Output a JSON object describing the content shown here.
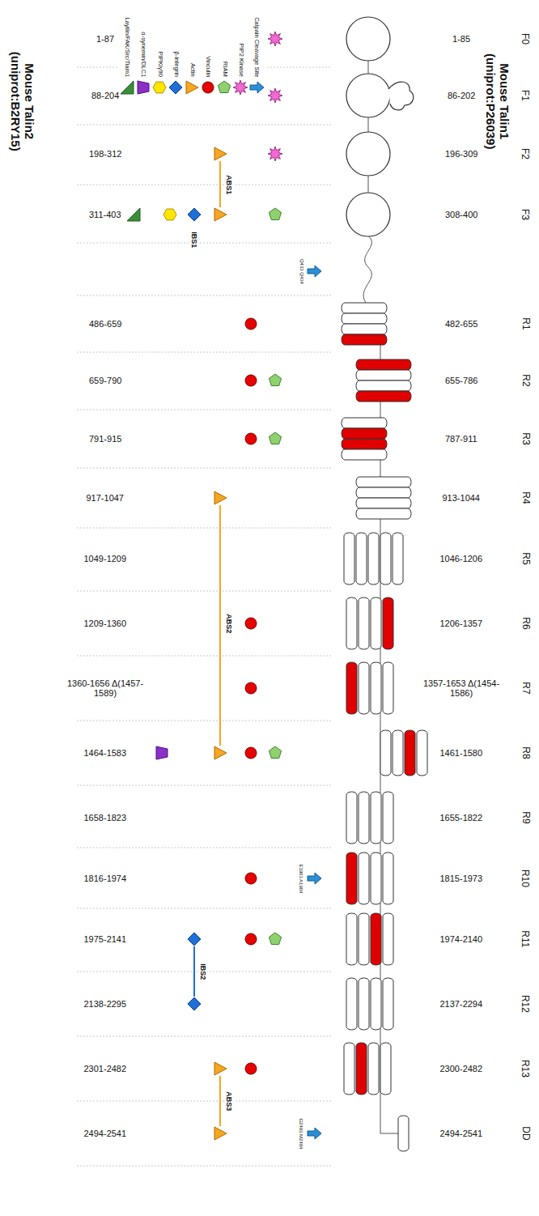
{
  "diagram": {
    "labels": [
      "Mouse Talin2 (uniprot:B2RY15)",
      "Mouse Talin1 (uniprot:P26039)",
      "1-87",
      "88-204",
      "198-312",
      "311-403",
      "486-659",
      "659-790",
      "791-915",
      "917-1047",
      "1049-1209",
      "1209-1360",
      "1360-1656 Δ(1457-1589)",
      "1464-1583",
      "1658-1823",
      "1816-1974",
      "1975-2141",
      "2138-2295",
      "2301-2482",
      "2494-2541",
      "1-85",
      "86-202",
      "196-309",
      "308-400",
      "482-655",
      "655-786",
      "787-911",
      "913-1044",
      "1046-1206",
      "1206-1357",
      "1357-1653 Δ(1454-1586)",
      "1461-1580",
      "1655-1822",
      "1815-1973",
      "1974-2140",
      "2137-2294",
      "2300-2482",
      "2494-2541",
      "F0",
      "F1",
      "F2",
      "F3",
      "R1",
      "R2",
      "R3",
      "R4",
      "R5",
      "R6",
      "R7",
      "R8",
      "R9",
      "R10",
      "R11",
      "R12",
      "R13",
      "DD",
      "ABS1",
      "ABS2",
      "ABS3",
      "IBS1",
      "IBS2",
      "Q433 Q434",
      "E1903 A1904",
      "G2493 M2494"
    ],
    "legend": [
      {
        "text": "Layilin/FAK/Src/Tiam1"
      },
      {
        "text": "α-synemin/DLC1"
      },
      {
        "text": "PIPKIγ90"
      },
      {
        "text": "β-integrin"
      },
      {
        "text": "Actin"
      },
      {
        "text": "Vinculin"
      },
      {
        "text": "RIAM"
      },
      {
        "text": "PIP2 Kinase"
      },
      {
        "text": "Calpain Cleavage Site"
      }
    ]
  }
}
